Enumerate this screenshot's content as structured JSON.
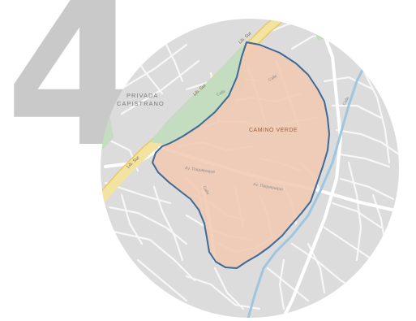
{
  "page_number": "4",
  "map": {
    "colors": {
      "land": "#dcdcdc",
      "road": "#f7f7f7",
      "major_road": "#ffffff",
      "highway": "#f3e3a1",
      "park": "#c4dcc0",
      "water": "#9fc6de",
      "zone_fill": "#f1c9b3",
      "zone_border": "#3d6a96",
      "number": "#c9c9c9"
    },
    "zone_label": "CAMINO VERDE",
    "district_label_line1": "PRIVADA",
    "district_label_line2": "CAPISTRANO",
    "highway_labels": [
      "Lib. Sur",
      "Lib. Sur",
      "Lib. Sur"
    ],
    "avenue_labels": [
      "Av. Tlaquepaque",
      "Av. Tlaquepaque"
    ],
    "street_labels": [
      "Calle",
      "Calle",
      "Calle",
      "Calle"
    ]
  }
}
